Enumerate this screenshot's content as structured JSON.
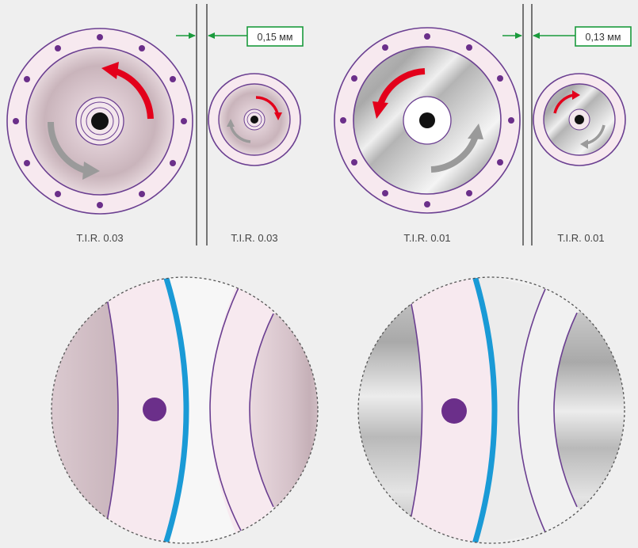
{
  "top": {
    "left_pair": {
      "large_label": "T.I.R. 0.03",
      "small_label": "T.I.R. 0.03",
      "gap_value": "0,15 мм"
    },
    "right_pair": {
      "large_label": "T.I.R. 0.01",
      "small_label": "T.I.R. 0.01",
      "gap_value": "0,13 мм"
    }
  },
  "colors": {
    "outline": "#6b3f91",
    "bolt": "#6b2f8a",
    "flange_fill": "#f7e9ef",
    "rotation_arrow": "#e3001b",
    "counter_arrow": "#9a9a9a",
    "gap_box_border": "#1a9a3c",
    "gap_line": "#1a9a3c",
    "blue_edge": "#1a9ad6",
    "shaft": "#111111"
  }
}
